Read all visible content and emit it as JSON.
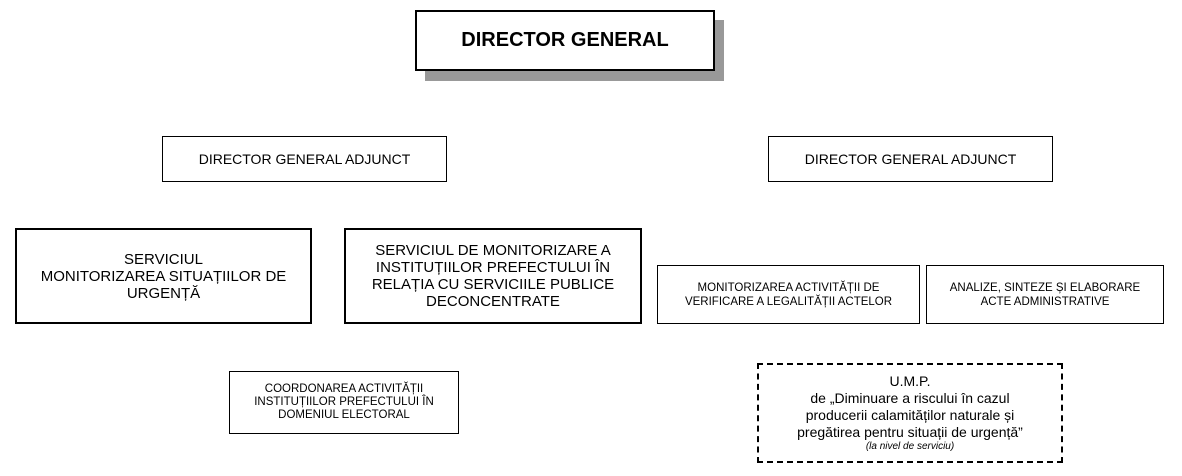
{
  "director_general": "DIRECTOR GENERAL",
  "adjunct_left": "DIRECTOR GENERAL ADJUNCT",
  "adjunct_right": "DIRECTOR GENERAL ADJUNCT",
  "serviciul_urgenta": [
    "SERVICIUL",
    "MONITORIZAREA SITUAȚIILOR DE",
    "URGENȚĂ"
  ],
  "serviciul_monitorizare": [
    "SERVICIUL DE MONITORIZARE A",
    "INSTITUȚIILOR PREFECTULUI ÎN",
    "RELAȚIA CU SERVICIILE PUBLICE",
    "DECONCENTRATE"
  ],
  "monitorizarea_legalitate": [
    "MONITORIZAREA ACTIVITĂȚII DE",
    "VERIFICARE A LEGALITĂȚII ACTELOR"
  ],
  "analize": [
    "ANALIZE, SINTEZE ȘI ELABORARE",
    "ACTE ADMINISTRATIVE"
  ],
  "coordonarea": [
    "COORDONAREA ACTIVITĂȚII",
    "INSTITUȚIILOR PREFECTULUI ÎN",
    "DOMENIUL ELECTORAL"
  ],
  "ump": {
    "title": "U.M.P.",
    "lines": [
      "de „Diminuare a riscului în cazul",
      "producerii calamităților naturale și",
      "pregătirea pentru situații de urgență”"
    ],
    "note": "(la nivel de serviciu)"
  }
}
